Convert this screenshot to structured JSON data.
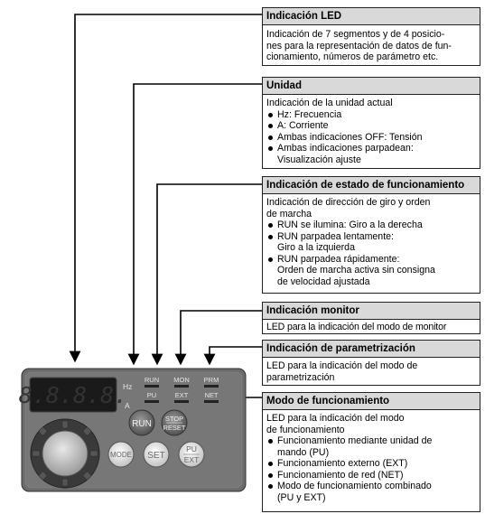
{
  "boxes": {
    "led": {
      "title": "Indicación LED",
      "lines": [
        "Indicación de 7 segmentos y de 4 posicio-",
        "nes para la representación de datos de fun-",
        "cionamiento, números de parámetro etc."
      ]
    },
    "unidad": {
      "title": "Unidad",
      "intro": "Indicación de la unidad actual",
      "items": [
        [
          "Hz: Frecuencia"
        ],
        [
          "A: Corriente"
        ],
        [
          "Ambas indicaciones OFF: Tensión"
        ],
        [
          "Ambas indicaciones parpadean:",
          "Visualización ajuste"
        ]
      ]
    },
    "estado": {
      "title": "Indicación de estado de funcionamiento",
      "intro": [
        "Indicación de dirección de giro y orden",
        "de marcha"
      ],
      "items": [
        [
          "RUN se ilumina: Giro a la derecha"
        ],
        [
          "RUN parpadea lentamente:",
          "Giro a la izquierda"
        ],
        [
          "RUN parpadea rápidamente:",
          "Orden de marcha activa sin consigna",
          "de velocidad ajustada"
        ]
      ]
    },
    "monitor": {
      "title": "Indicación monitor",
      "text": "LED para la indicación del modo de monitor"
    },
    "param": {
      "title": "Indicación de parametrización",
      "lines": [
        "LED para la indicación del modo de",
        "parametrización"
      ]
    },
    "modo": {
      "title": "Modo de funcionamiento",
      "intro": [
        "LED para la indicación del modo",
        "de funcionamiento"
      ],
      "items": [
        [
          "Funcionamiento mediante unidad de",
          "mando (PU)"
        ],
        [
          "Funcionamiento externo (EXT)"
        ],
        [
          "Funcionamiento de red (NET)"
        ],
        [
          "Modo de funcionamiento combinado",
          "(PU y EXT)"
        ]
      ]
    }
  },
  "panel": {
    "display": "8.8.8.8.",
    "unit_hz": "Hz",
    "unit_a": "A",
    "led_run": "RUN",
    "led_mon": "MON",
    "led_prm": "PRM",
    "led_pu": "PU",
    "led_ext": "EXT",
    "led_net": "NET",
    "btn_run": "RUN",
    "btn_stop": "STOP",
    "btn_reset": "RESET",
    "btn_mode": "MODE",
    "btn_set": "SET",
    "btn_pu": "PU",
    "btn_ext": "EXT"
  },
  "colors": {
    "box_header": "#d9d9d9",
    "panel_body": "#6b6b6b",
    "led_display": "#1a1a1a"
  }
}
